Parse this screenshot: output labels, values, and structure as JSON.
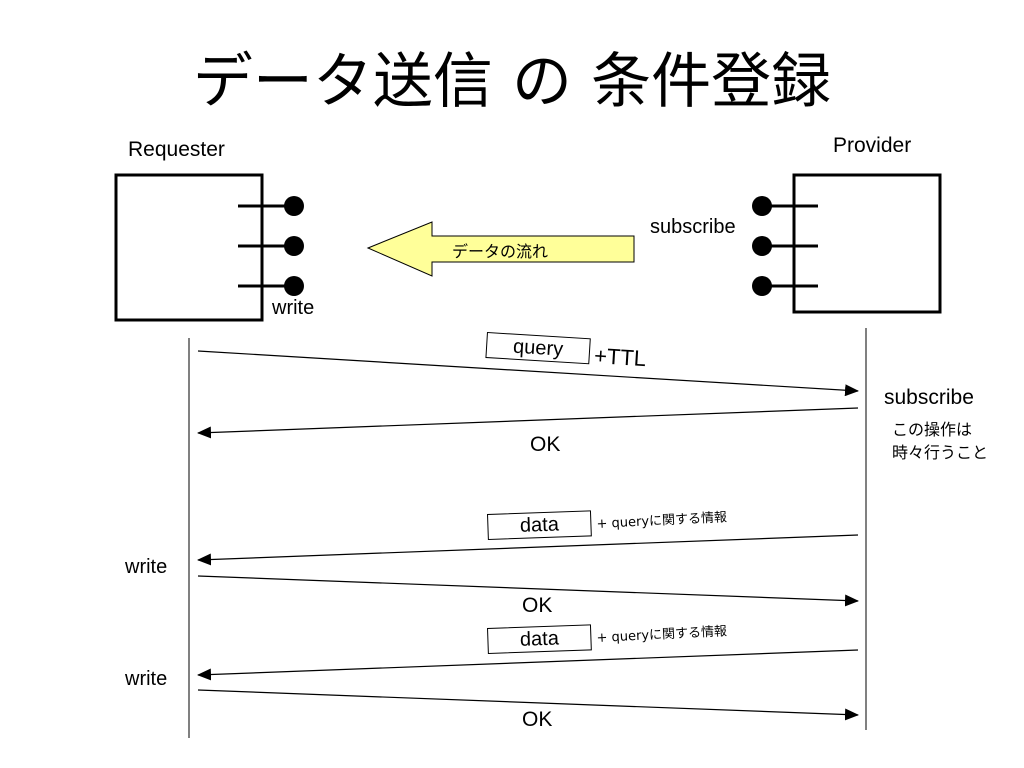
{
  "title": "データ送信 の 条件登録",
  "requester_label": "Requester",
  "provider_label": "Provider",
  "flow_arrow_label": "データの流れ",
  "provider_port_label": "subscribe",
  "requester_port_label": "write",
  "messages": {
    "query_box": "query",
    "query_suffix": "+TTL",
    "ok_1": "OK",
    "subscribe_label": "subscribe",
    "subscribe_note_line1": "この操作は",
    "subscribe_note_line2": "時々行うこと",
    "data_box_1": "data",
    "data_note_1": "+ queryに関する情報",
    "write_1": "write",
    "ok_2": "OK",
    "data_box_2": "data",
    "data_note_2": "+ queryに関する情報",
    "write_2": "write",
    "ok_3": "OK"
  },
  "colors": {
    "flow_arrow_fill": "#ffff99",
    "line": "#000000"
  }
}
